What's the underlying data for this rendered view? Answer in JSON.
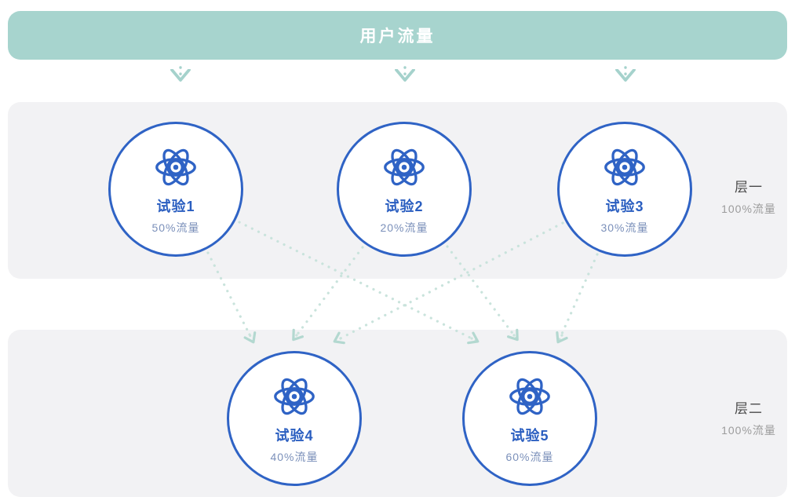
{
  "header": {
    "title": "用户流量"
  },
  "layers": [
    {
      "label": "层一",
      "traffic": "100%流量",
      "experiments": [
        {
          "name": "试验1",
          "traffic": "50%流量"
        },
        {
          "name": "试验2",
          "traffic": "20%流量"
        },
        {
          "name": "试验3",
          "traffic": "30%流量"
        }
      ]
    },
    {
      "label": "层二",
      "traffic": "100%流量",
      "experiments": [
        {
          "name": "试验4",
          "traffic": "40%流量"
        },
        {
          "name": "试验5",
          "traffic": "60%流量"
        }
      ]
    }
  ],
  "colors": {
    "banner_teal": "#a7d4ce",
    "panel_gray": "#f2f2f4",
    "node_blue": "#2f63c5",
    "traffic_text_blue": "#7b90ba",
    "connector_teal": "#c9e3dc",
    "arrow_teal": "#a5d2cc"
  }
}
